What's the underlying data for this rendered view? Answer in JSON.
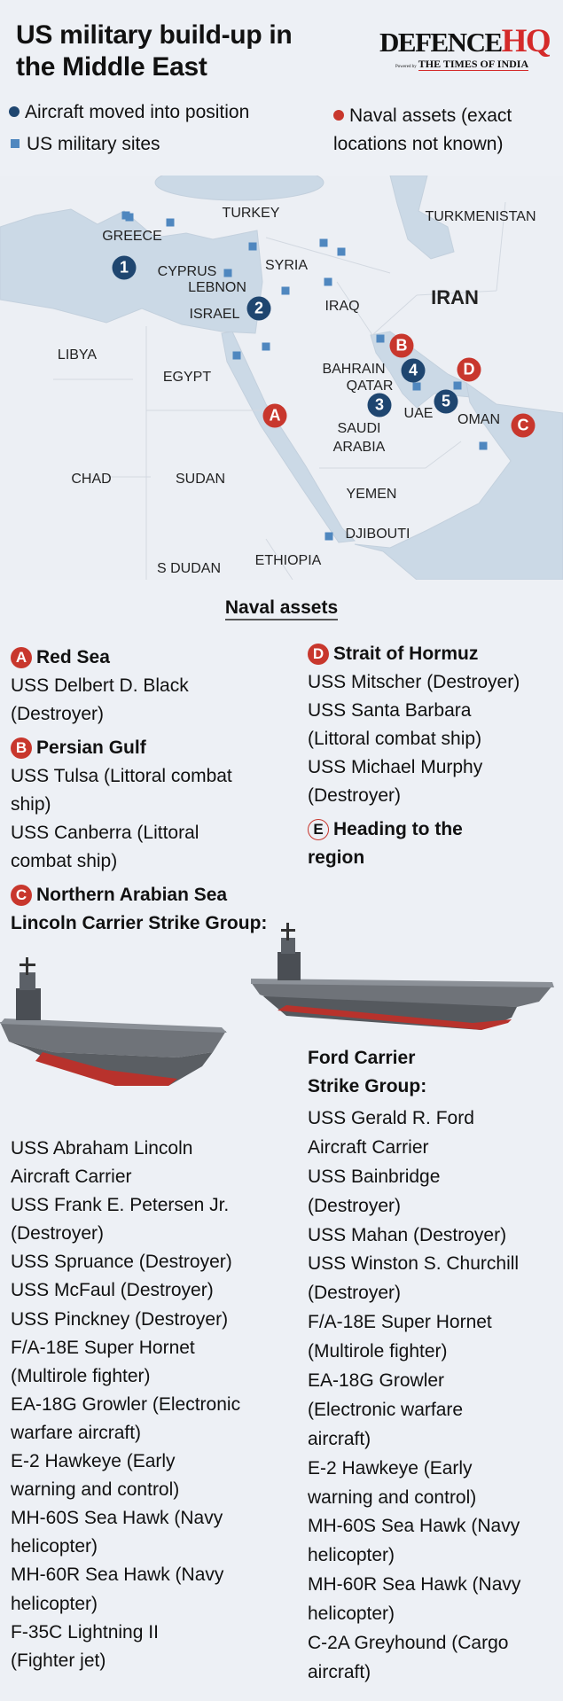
{
  "header": {
    "title_line1": "US military build-up in",
    "title_line2": "the Middle East",
    "logo": {
      "main": "DEFENCE",
      "accent": "HQ",
      "powered_by": "Powered by",
      "publisher": "THE TIMES OF INDIA"
    }
  },
  "legend": {
    "aircraft": "Aircraft moved into position",
    "sites": "US military sites",
    "naval_line1": "Naval assets (exact",
    "naval_line2": "locations not known)"
  },
  "colors": {
    "aircraft": "#1f4670",
    "naval": "#c8372d",
    "site": "#4f87bf",
    "water": "#cbd9e6",
    "land": "#eceff4"
  },
  "map": {
    "labels": [
      "TURKEY",
      "TURKMENISTAN",
      "GREECE",
      "SYRIA",
      "CYPRUS",
      "LEBNON",
      "ISRAEL",
      "IRAQ",
      "IRAN",
      "LIBYA",
      "EGYPT",
      "BAHRAIN",
      "QATAR",
      "UAE",
      "OMAN",
      "SAUDI",
      "ARABIA",
      "CHAD",
      "SUDAN",
      "YEMEN",
      "DJIBOUTI",
      "ETHIOPIA",
      "S DUDAN"
    ],
    "aircraft_markers": [
      "1",
      "2",
      "3",
      "4",
      "5"
    ],
    "naval_markers": [
      "A",
      "B",
      "C",
      "D"
    ]
  },
  "naval_assets": {
    "title": "Naval assets",
    "left": [
      {
        "kind": "heading",
        "badge": "A",
        "text": "Red Sea"
      },
      {
        "kind": "line",
        "text": "USS Delbert D. Black"
      },
      {
        "kind": "line",
        "text": "(Destroyer)"
      },
      {
        "kind": "heading",
        "badge": "B",
        "text": "Persian Gulf"
      },
      {
        "kind": "line",
        "text": "USS Tulsa (Littoral combat"
      },
      {
        "kind": "line",
        "text": "ship)"
      },
      {
        "kind": "line",
        "text": "USS Canberra (Littoral"
      },
      {
        "kind": "line",
        "text": "combat ship)"
      },
      {
        "kind": "heading",
        "badge": "C",
        "text": "Northern Arabian Sea"
      },
      {
        "kind": "bold",
        "text": "Lincoln Carrier Strike Group:"
      }
    ],
    "lincoln_group": [
      "USS Abraham Lincoln",
      "Aircraft Carrier",
      "USS Frank E. Petersen Jr.",
      "(Destroyer)",
      "USS Spruance (Destroyer)",
      "USS McFaul (Destroyer)",
      "USS Pinckney (Destroyer)",
      "F/A-18E Super Hornet",
      "(Multirole fighter)",
      "EA-18G Growler (Electronic",
      "warfare aircraft)",
      "E-2 Hawkeye (Early",
      "warning and control)",
      "MH-60S Sea Hawk (Navy",
      "helicopter)",
      "MH-60R Sea Hawk (Navy",
      "helicopter)",
      "F-35C Lightning II",
      "(Fighter jet)"
    ],
    "right": [
      {
        "kind": "heading",
        "badge": "D",
        "text": "Strait of Hormuz"
      },
      {
        "kind": "line",
        "text": "USS Mitscher (Destroyer)"
      },
      {
        "kind": "line",
        "text": "USS Santa Barbara"
      },
      {
        "kind": "line",
        "text": "(Littoral combat ship)"
      },
      {
        "kind": "line",
        "text": "USS Michael Murphy"
      },
      {
        "kind": "line",
        "text": "(Destroyer)"
      },
      {
        "kind": "heading",
        "badge": "E",
        "hollow": true,
        "text": "Heading to the"
      },
      {
        "kind": "bold",
        "text": "region"
      }
    ],
    "ford_group_title": [
      "Ford Carrier",
      "Strike Group:"
    ],
    "ford_group": [
      "USS Gerald R. Ford",
      "Aircraft Carrier",
      "USS Bainbridge",
      "(Destroyer)",
      "USS Mahan (Destroyer)",
      "USS Winston S. Churchill",
      "(Destroyer)",
      "F/A-18E Super Hornet",
      "(Multirole fighter)",
      "EA-18G Growler",
      "(Electronic warfare",
      "aircraft)",
      "E-2 Hawkeye (Early",
      "warning and control)",
      "MH-60S Sea Hawk (Navy",
      "helicopter)",
      "MH-60R Sea Hawk (Navy",
      "helicopter)",
      "C-2A Greyhound (Cargo",
      "aircraft)"
    ]
  }
}
